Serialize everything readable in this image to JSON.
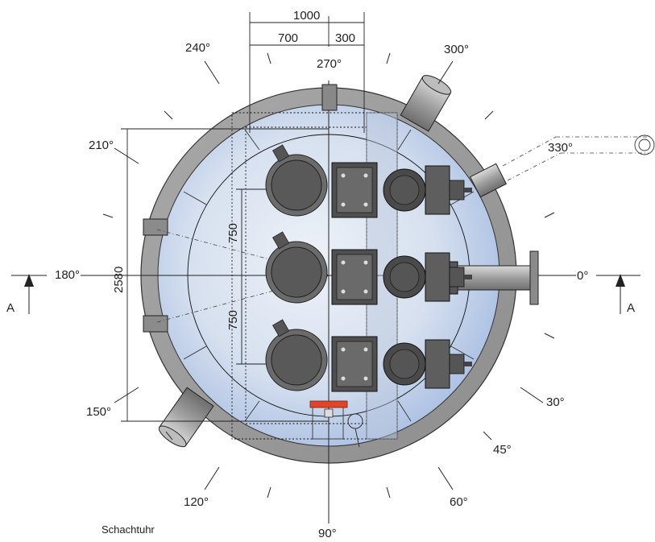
{
  "drawing": {
    "angle_labels": [
      "0°",
      "30°",
      "45°",
      "60°",
      "90°",
      "120°",
      "150°",
      "180°",
      "210°",
      "240°",
      "270°",
      "300°",
      "330°"
    ],
    "dimensions": {
      "top_total": "1000",
      "top_left": "700",
      "top_right": "300",
      "vertical_total": "2580",
      "spacing_upper": "750",
      "spacing_lower": "750"
    },
    "section_marker_left": "A",
    "section_marker_right": "A",
    "caption": "Schachtuhr",
    "colors": {
      "shaft_wall": "#9a9a9a",
      "interior_fill": "#c9d6ea",
      "interior_edge": "#a9bde0",
      "valve_body": "#5a5a5a",
      "handle_accent": "#e0452a"
    }
  }
}
